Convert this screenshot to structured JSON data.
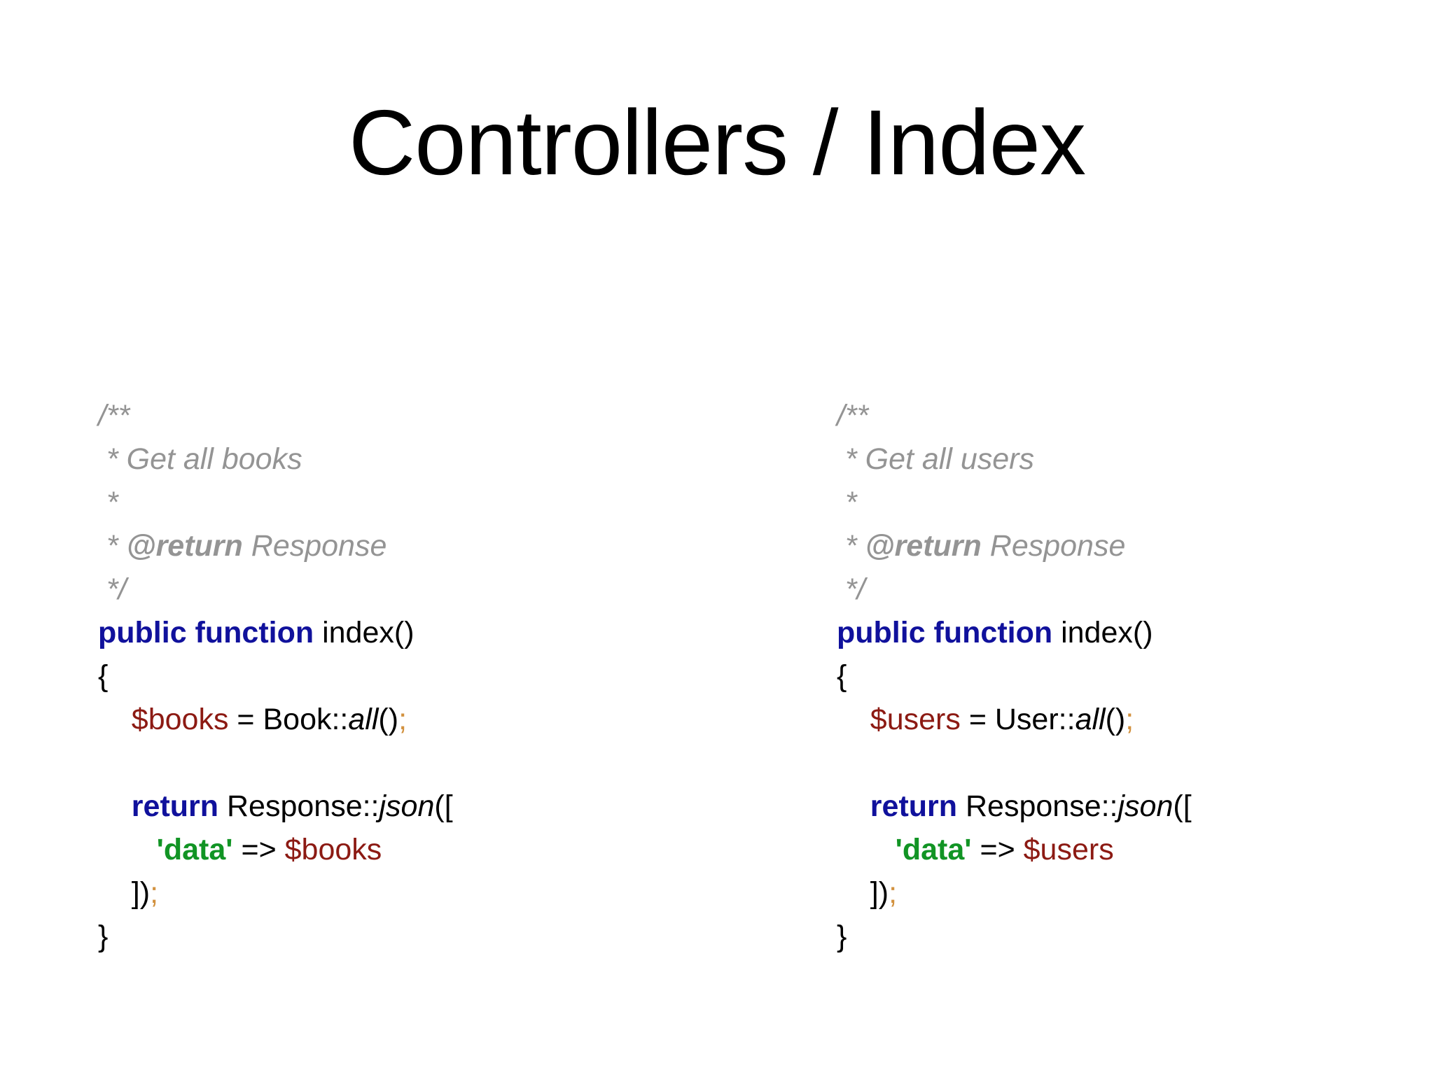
{
  "slide": {
    "title": "Controllers / Index",
    "background_color": "#ffffff"
  },
  "colors": {
    "comment": "#949494",
    "keyword": "#10119c",
    "variable": "#8c1a13",
    "string": "#119424",
    "semicolon": "#d2913e",
    "plain": "#000000"
  },
  "columns": [
    {
      "id": "book-controller-index",
      "lines": [
        {
          "indent": 0,
          "tokens": [
            {
              "text": "/**",
              "style": "comment"
            }
          ]
        },
        {
          "indent": 0,
          "tokens": [
            {
              "text": " * Get all books",
              "style": "comment"
            }
          ]
        },
        {
          "indent": 0,
          "tokens": [
            {
              "text": " *",
              "style": "comment"
            }
          ]
        },
        {
          "indent": 0,
          "tokens": [
            {
              "text": " * ",
              "style": "comment"
            },
            {
              "text": "@return",
              "style": "comment-tag"
            },
            {
              "text": " Response",
              "style": "comment"
            }
          ]
        },
        {
          "indent": 0,
          "tokens": [
            {
              "text": " */",
              "style": "comment"
            }
          ]
        },
        {
          "indent": 0,
          "tokens": [
            {
              "text": "public function",
              "style": "keyword"
            },
            {
              "text": " index()",
              "style": "plain"
            }
          ]
        },
        {
          "indent": 0,
          "tokens": [
            {
              "text": "{",
              "style": "plain"
            }
          ]
        },
        {
          "indent": 0,
          "tokens": [
            {
              "text": "    ",
              "style": "plain"
            },
            {
              "text": "$books",
              "style": "var"
            },
            {
              "text": " = Book::",
              "style": "plain"
            },
            {
              "text": "all",
              "style": "method"
            },
            {
              "text": "()",
              "style": "plain"
            },
            {
              "text": ";",
              "style": "punct"
            }
          ]
        },
        {
          "indent": 0,
          "tokens": [
            {
              "text": " ",
              "style": "plain"
            }
          ]
        },
        {
          "indent": 0,
          "tokens": [
            {
              "text": "    ",
              "style": "plain"
            },
            {
              "text": "return",
              "style": "keyword"
            },
            {
              "text": " Response::",
              "style": "plain"
            },
            {
              "text": "json",
              "style": "method"
            },
            {
              "text": "([",
              "style": "plain"
            }
          ]
        },
        {
          "indent": 0,
          "tokens": [
            {
              "text": "       ",
              "style": "plain"
            },
            {
              "text": "'data'",
              "style": "string"
            },
            {
              "text": " => ",
              "style": "plain"
            },
            {
              "text": "$books",
              "style": "var"
            }
          ]
        },
        {
          "indent": 0,
          "tokens": [
            {
              "text": "    ])",
              "style": "plain"
            },
            {
              "text": ";",
              "style": "punct"
            }
          ]
        },
        {
          "indent": 0,
          "tokens": [
            {
              "text": "}",
              "style": "plain"
            }
          ]
        }
      ]
    },
    {
      "id": "user-controller-index",
      "lines": [
        {
          "indent": 0,
          "tokens": [
            {
              "text": "/**",
              "style": "comment"
            }
          ]
        },
        {
          "indent": 0,
          "tokens": [
            {
              "text": " * Get all users",
              "style": "comment"
            }
          ]
        },
        {
          "indent": 0,
          "tokens": [
            {
              "text": " *",
              "style": "comment"
            }
          ]
        },
        {
          "indent": 0,
          "tokens": [
            {
              "text": " * ",
              "style": "comment"
            },
            {
              "text": "@return",
              "style": "comment-tag"
            },
            {
              "text": " Response",
              "style": "comment"
            }
          ]
        },
        {
          "indent": 0,
          "tokens": [
            {
              "text": " */",
              "style": "comment"
            }
          ]
        },
        {
          "indent": 0,
          "tokens": [
            {
              "text": "public function",
              "style": "keyword"
            },
            {
              "text": " index()",
              "style": "plain"
            }
          ]
        },
        {
          "indent": 0,
          "tokens": [
            {
              "text": "{",
              "style": "plain"
            }
          ]
        },
        {
          "indent": 0,
          "tokens": [
            {
              "text": "    ",
              "style": "plain"
            },
            {
              "text": "$users",
              "style": "var"
            },
            {
              "text": " = User::",
              "style": "plain"
            },
            {
              "text": "all",
              "style": "method"
            },
            {
              "text": "()",
              "style": "plain"
            },
            {
              "text": ";",
              "style": "punct"
            }
          ]
        },
        {
          "indent": 0,
          "tokens": [
            {
              "text": " ",
              "style": "plain"
            }
          ]
        },
        {
          "indent": 0,
          "tokens": [
            {
              "text": "    ",
              "style": "plain"
            },
            {
              "text": "return",
              "style": "keyword"
            },
            {
              "text": " Response::",
              "style": "plain"
            },
            {
              "text": "json",
              "style": "method"
            },
            {
              "text": "([",
              "style": "plain"
            }
          ]
        },
        {
          "indent": 0,
          "tokens": [
            {
              "text": "       ",
              "style": "plain"
            },
            {
              "text": "'data'",
              "style": "string"
            },
            {
              "text": " => ",
              "style": "plain"
            },
            {
              "text": "$users",
              "style": "var"
            }
          ]
        },
        {
          "indent": 0,
          "tokens": [
            {
              "text": "    ])",
              "style": "plain"
            },
            {
              "text": ";",
              "style": "punct"
            }
          ]
        },
        {
          "indent": 0,
          "tokens": [
            {
              "text": "}",
              "style": "plain"
            }
          ]
        }
      ]
    }
  ]
}
